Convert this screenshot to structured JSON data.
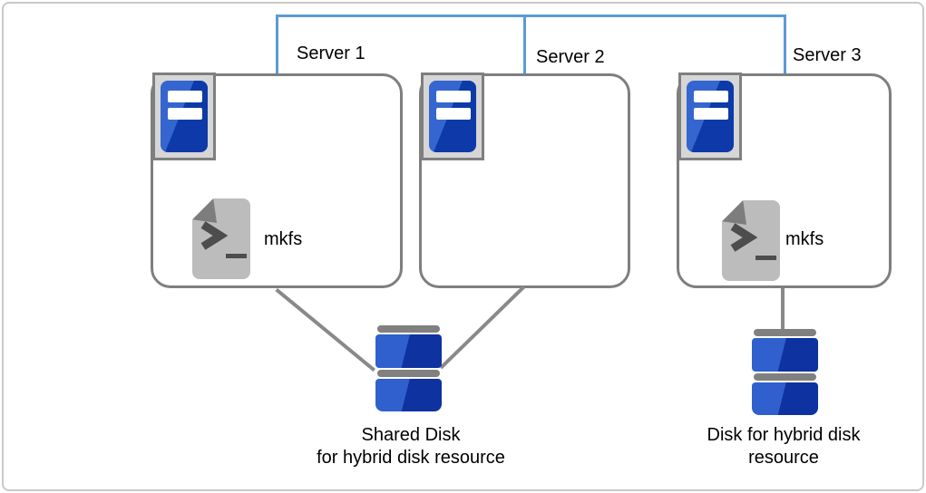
{
  "servers": [
    {
      "label": "Server 1",
      "has_mkfs_script": true,
      "mkfs_label": "mkfs"
    },
    {
      "label": "Server 2",
      "has_mkfs_script": false,
      "mkfs_label": ""
    },
    {
      "label": "Server 3",
      "has_mkfs_script": true,
      "mkfs_label": "mkfs"
    }
  ],
  "disks": [
    {
      "caption_line1": "Shared Disk",
      "caption_line2": "for hybrid disk resource",
      "connected_servers": [
        "Server 1",
        "Server 2"
      ]
    },
    {
      "caption_line1": "Disk for hybrid disk",
      "caption_line2": "resource",
      "connected_servers": [
        "Server 3"
      ]
    }
  ],
  "icons": {
    "server_icon": "server-tower-icon",
    "script_icon": "shell-script-file-icon",
    "disk_icon": "disk-stack-icon",
    "network_line": "interconnect-lan-line"
  },
  "colors": {
    "network_blue": "#5b9bd5",
    "box_border_gray": "#7f7f7f",
    "connector_gray": "#898989",
    "plate_fill": "#d6d6d6",
    "tower_blue_light": "#3566cf",
    "tower_blue_dark": "#0d3aa8",
    "doc_gray": "#bcbcbc",
    "fold_gray": "#7d7d7d",
    "prompt_gray": "#4d4d4d",
    "disk_blue_light": "#2f60cd",
    "disk_blue_dark": "#0e32a0",
    "disk_bar_gray": "#808080",
    "frame_gray": "#c9c9c9",
    "text_black": "#000000"
  }
}
